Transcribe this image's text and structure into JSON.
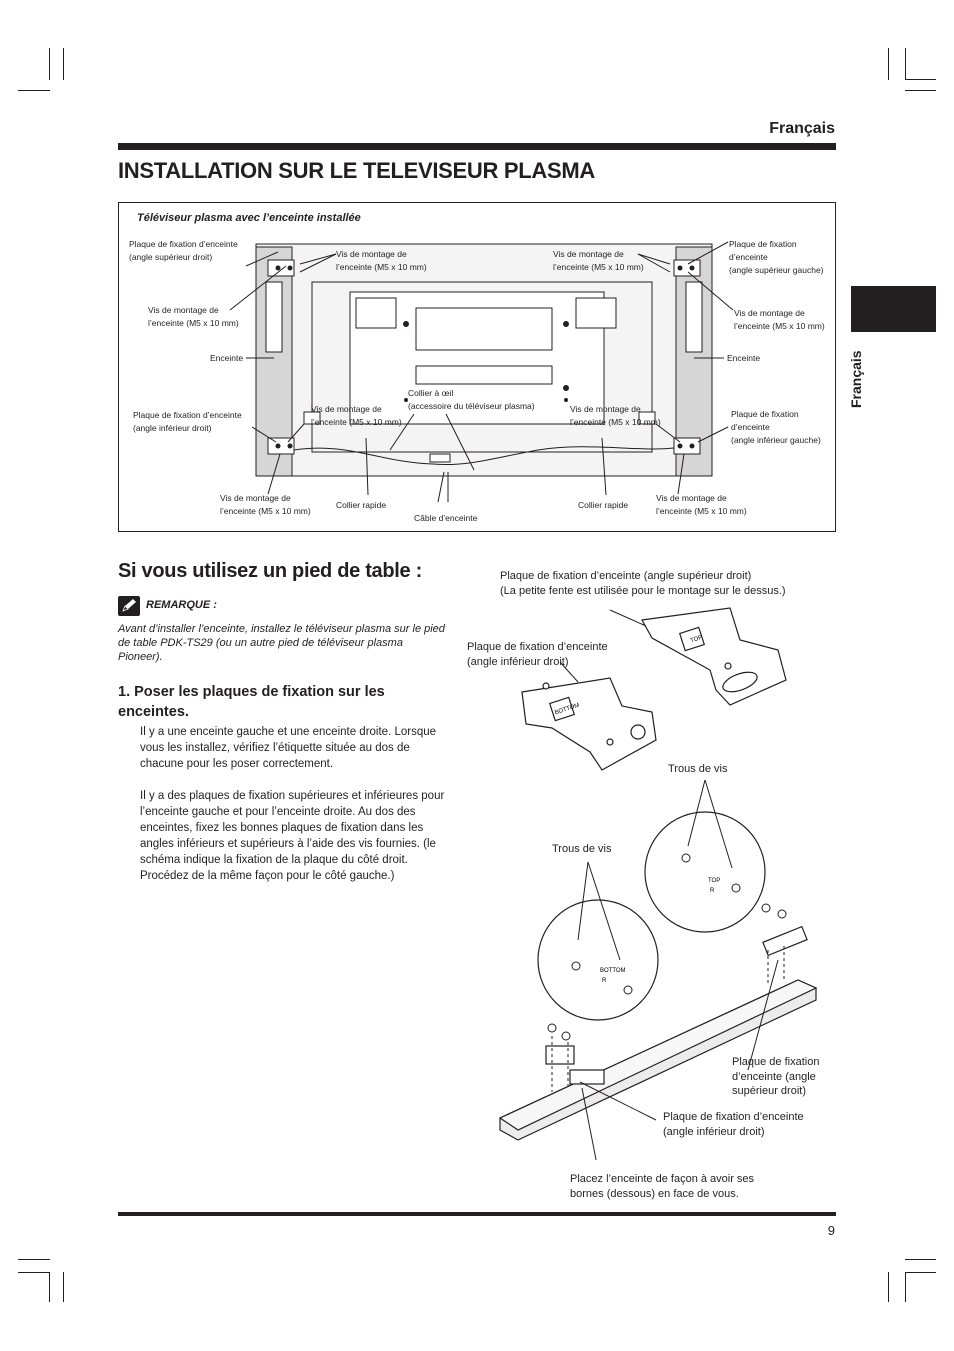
{
  "header": {
    "language": "Français"
  },
  "side_tab": {
    "label": "Français"
  },
  "section1": {
    "title": "INSTALLATION SUR LE TELEVISEUR PLASMA",
    "figure_caption": "Téléviseur plasma avec l’enceinte installée",
    "labels": {
      "l1a": "Plaque de fixation d’enceinte",
      "l1b": "(angle supérieur droit)",
      "l2a": "Vis de montage de",
      "l2b": "l’enceinte (M5 x 10 mm)",
      "l3a": "Vis de montage de",
      "l3b": "l’enceinte (M5 x 10 mm)",
      "l4a": "Vis de montage de",
      "l4b": "l’enceinte (M5 x 10 mm)",
      "l5a": "Plaque de fixation",
      "l5b": "d’enceinte",
      "l5c": "(angle supérieur gauche)",
      "l6a": "Vis de montage de",
      "l6b": "l’enceinte (M5 x 10 mm)",
      "l7": "Enceinte",
      "l8": "Enceinte",
      "l9a": "Plaque de fixation d’enceinte",
      "l9b": "(angle inférieur droit)",
      "l10a": "Vis de montage de",
      "l10b": "l’enceinte (M5 x 10 mm)",
      "l11a": "Collier à œil",
      "l11b": "(accessoire du téléviseur plasma)",
      "l12a": "Vis de montage de",
      "l12b": "l’enceinte (M5 x 10 mm)",
      "l13a": "Plaque de fixation",
      "l13b": "d’enceinte",
      "l13c": "(angle inférieur gauche)",
      "l14a": "Vis de montage de",
      "l14b": "l’enceinte (M5 x 10 mm)",
      "l15": "Collier rapide",
      "l16": "Câble d’enceinte",
      "l17": "Collier rapide",
      "l18a": "Vis de montage de",
      "l18b": "l’enceinte (M5 x 10 mm)"
    }
  },
  "section2": {
    "title": "Si vous utilisez un pied de table :",
    "note_title": "REMARQUE :",
    "note_text": "Avant d’installer l’enceinte, installez le téléviseur plasma sur le pied de table PDK-TS29 (ou un autre pied de téléviseur plasma Pioneer).",
    "step_title": "1. Poser les plaques de fixation sur les enceintes.",
    "para1": "Il y a une enceinte gauche et une enceinte droite. Lorsque vous les installez, vérifiez l’étiquette située au dos de chacune pour les poser correctement.",
    "para2": "Il y a des plaques de fixation supérieures et inférieures pour l’enceinte gauche et pour l’enceinte droite. Au dos des enceintes, fixez les bonnes plaques de fixation dans les angles inférieurs et supérieurs à l’aide des vis fournies. (le schéma indique la fixation de la plaque du côté droit. Procédez de la même façon pour le côté gauche.)",
    "fig_labels": {
      "top_plate_a": "Plaque de fixation d’enceinte (angle supérieur droit)",
      "top_plate_b": "(La petite fente est utilisée pour le montage sur le dessus.)",
      "bottom_plate_a": "Plaque de fixation d’enceinte",
      "bottom_plate_b": "(angle inférieur droit)",
      "screw_holes_1": "Trous de vis",
      "screw_holes_2": "Trous de vis",
      "upper_plate_a": "Plaque de fixation",
      "upper_plate_b": "d’enceinte (angle",
      "upper_plate_c": "supérieur droit)",
      "lower_plate_a": "Plaque de fixation d’enceinte",
      "lower_plate_b": "(angle inférieur droit)",
      "place_a": "Placez l’enceinte de façon à avoir ses",
      "place_b": "bornes (dessous) en face de vous.",
      "tag_top": "TOP",
      "tag_bottom": "BOTTOM",
      "tag_r": "R"
    }
  },
  "footer": {
    "page_number": "9"
  }
}
